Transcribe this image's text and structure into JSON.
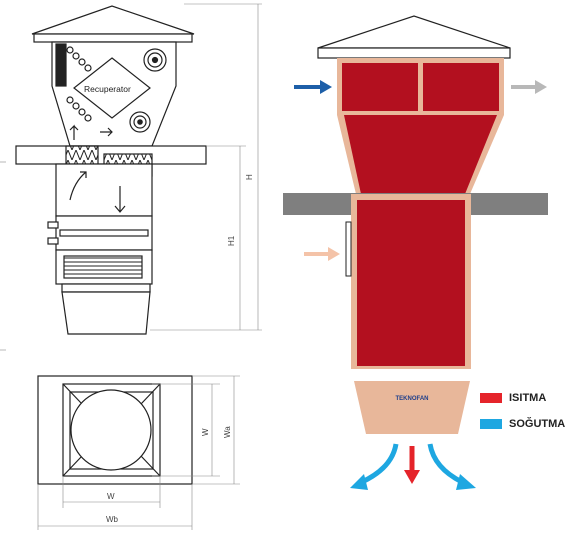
{
  "colors": {
    "heating": "#e5242a",
    "cooling": "#1ea7e1",
    "unit_red": "#b3101f",
    "unit_body": "#e8b79a",
    "beam": "#7f7f7f"
  },
  "diagram": {
    "recuperator_label": "Recuperator",
    "dim_h": "H",
    "dim_h1": "H1",
    "dim_w_side": "W",
    "dim_wa": "Wa",
    "dim_w_bottom": "W",
    "dim_wb": "Wb",
    "brand": "TEKNOFAN"
  },
  "legend": {
    "heating_label": "ISITMA",
    "cooling_label": "SOĞUTMA"
  },
  "icons": [
    "fan-icon",
    "arrow-icon",
    "heat-exchanger-coil-icon"
  ]
}
